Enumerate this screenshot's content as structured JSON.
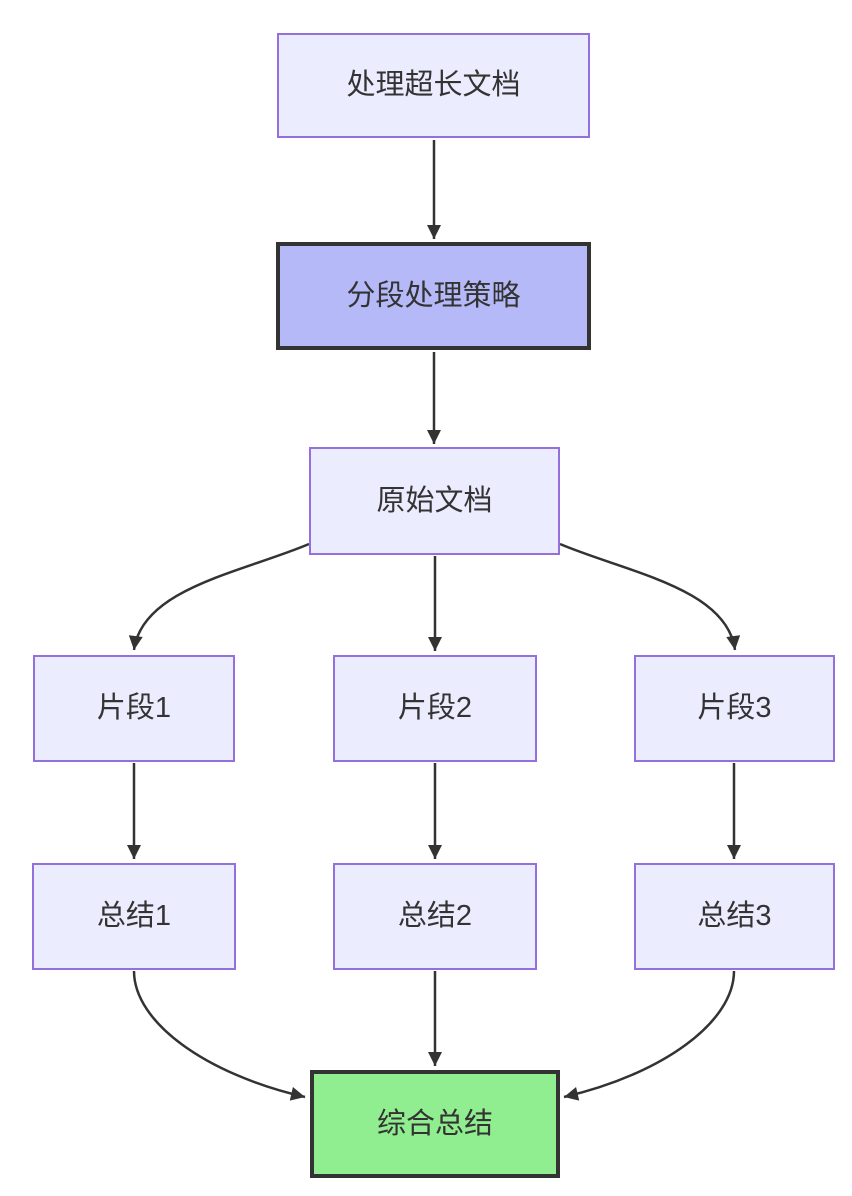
{
  "diagram": {
    "type": "flowchart",
    "direction": "top-down",
    "colors": {
      "background": "#ffffff",
      "node_fill": "#ececff",
      "node_border": "#9370db",
      "strategy_fill": "#b6b9f8",
      "strategy_border": "#333333",
      "final_fill": "#90ee90",
      "final_border": "#333333",
      "edge": "#333333",
      "text": "#333333"
    },
    "nodes": [
      {
        "id": "start",
        "label": "处理超长文档"
      },
      {
        "id": "strategy",
        "label": "分段处理策略"
      },
      {
        "id": "source",
        "label": "原始文档"
      },
      {
        "id": "chunk1",
        "label": "片段1"
      },
      {
        "id": "chunk2",
        "label": "片段2"
      },
      {
        "id": "chunk3",
        "label": "片段3"
      },
      {
        "id": "summary1",
        "label": "总结1"
      },
      {
        "id": "summary2",
        "label": "总结2"
      },
      {
        "id": "summary3",
        "label": "总结3"
      },
      {
        "id": "final",
        "label": "综合总结"
      }
    ],
    "edges": [
      {
        "from": "start",
        "to": "strategy"
      },
      {
        "from": "strategy",
        "to": "source"
      },
      {
        "from": "source",
        "to": "chunk1"
      },
      {
        "from": "source",
        "to": "chunk2"
      },
      {
        "from": "source",
        "to": "chunk3"
      },
      {
        "from": "chunk1",
        "to": "summary1"
      },
      {
        "from": "chunk2",
        "to": "summary2"
      },
      {
        "from": "chunk3",
        "to": "summary3"
      },
      {
        "from": "summary1",
        "to": "final"
      },
      {
        "from": "summary2",
        "to": "final"
      },
      {
        "from": "summary3",
        "to": "final"
      }
    ]
  }
}
